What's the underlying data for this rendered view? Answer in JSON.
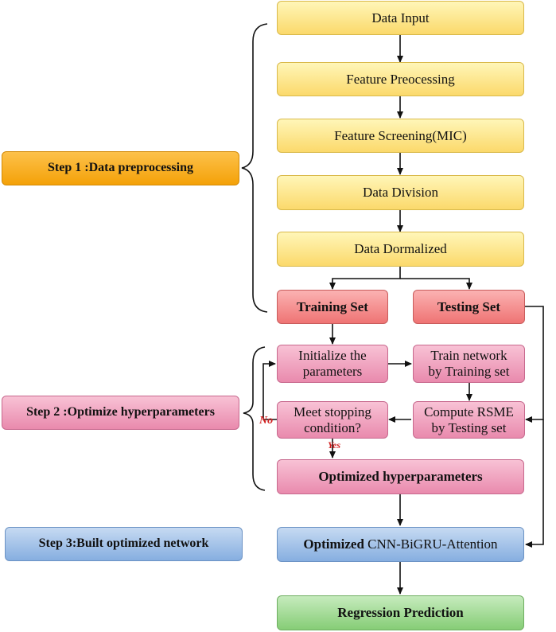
{
  "steps": {
    "step1": "Step 1 :Data preprocessing",
    "step2": "Step 2 :Optimize  hyperparameters",
    "step3": "Step 3:Built optimized network"
  },
  "nodes": {
    "data_input": "Data Input",
    "feature_preprocessing": "Feature Preocessing",
    "feature_screening": "Feature Screening(MIC)",
    "data_division": "Data Division",
    "data_normalized": "Data Dormalized",
    "training_set": "Training Set",
    "testing_set": "Testing Set",
    "init_params_line1": "Initialize the",
    "init_params_line2": "parameters",
    "train_network_line1": "Train network",
    "train_network_line2": "by Training set",
    "meet_stop_line1": "Meet stopping",
    "meet_stop_line2": "condition?",
    "compute_rsme_line1": "Compute RSME",
    "compute_rsme_line2": "by Testing set",
    "optimized_hyper": "Optimized  hyperparameters",
    "optimized_net_bold": "Optimized",
    "optimized_net_rest": "CNN-BiGRU-Attention",
    "regression": "Regression Prediction"
  },
  "edge_labels": {
    "no": "No",
    "yes": "Yes"
  },
  "colors": {
    "yellow": "#fbd96b",
    "red": "#ef7474",
    "pink": "#e98aad",
    "blue": "#86aee0",
    "green": "#86cd76",
    "orange": "#f4a108"
  }
}
